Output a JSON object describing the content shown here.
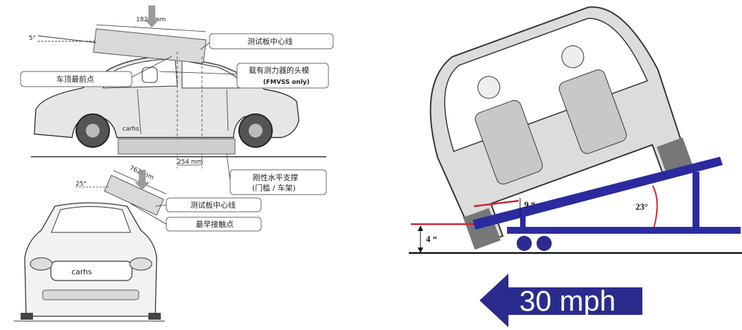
{
  "side_view": {
    "angle": "5°",
    "length": "1829 mm",
    "offset": "254 mm",
    "labels": {
      "test_plate_centerline": "测试板中心线",
      "roof_front_point": "车顶最前点",
      "headform_line1": "载有测力器的头模",
      "headform_line2": "(FMVSS only)",
      "support_line1": "刚性水平支撑",
      "support_line2": "(门槛 / 车架)"
    },
    "brand": "carhs"
  },
  "front_view": {
    "angle": "25°",
    "length": "762 mm",
    "labels": {
      "test_plate_centerline": "测试板中心线",
      "first_contact_point": "最早接触点"
    },
    "brand": "carhs"
  },
  "ramp_view": {
    "height_small": "4 “",
    "height_ground": "9 “",
    "angle": "23°",
    "speed": "30 mph",
    "colors": {
      "frame": "#2b2ba0",
      "accent": "#d22030",
      "arrow": "#2b2b8e"
    }
  }
}
